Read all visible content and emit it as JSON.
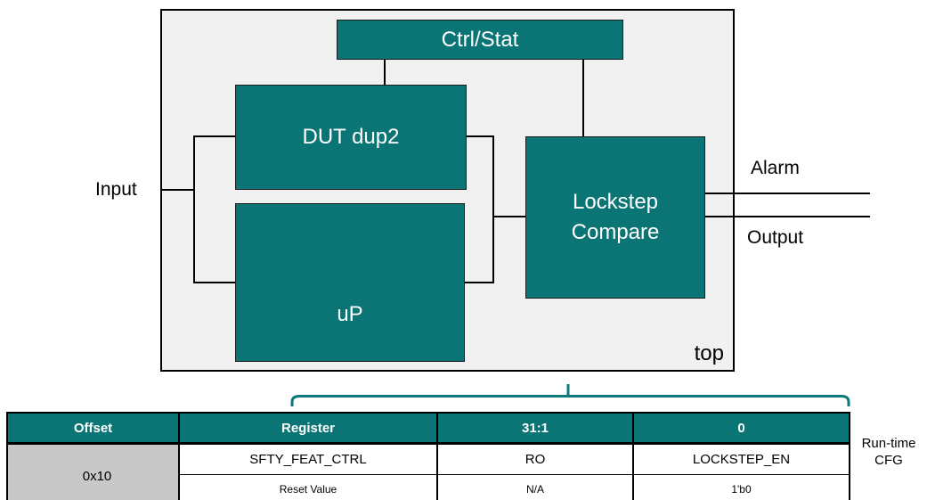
{
  "diagram": {
    "outer_label": "top",
    "blocks": {
      "ctrl_stat": "Ctrl/Stat",
      "dut_dup2": "DUT dup2",
      "up": "uP",
      "lockstep_line1": "Lockstep",
      "lockstep_line2": "Compare"
    },
    "ports": {
      "input": "Input",
      "alarm": "Alarm",
      "output": "Output"
    }
  },
  "register_table": {
    "headers": [
      "Offset",
      "Register",
      "31:1",
      "0"
    ],
    "row_main": {
      "offset": "0x10",
      "register": "SFTY_FEAT_CTRL",
      "bits_31_1": "RO",
      "bit_0": "LOCKSTEP_EN"
    },
    "row_reset": {
      "label": "Reset Value",
      "bits_31_1": "N/A",
      "bit_0": "1'b0"
    }
  },
  "annotation": {
    "line1": "Run-time",
    "line2": "CFG"
  },
  "colors": {
    "block_teal": "#0b7475",
    "brace_teal": "#0e797b",
    "offset_cell_gray": "#c8c8c8",
    "panel_bg": "#f1f1f1",
    "wire_black": "#000000"
  }
}
